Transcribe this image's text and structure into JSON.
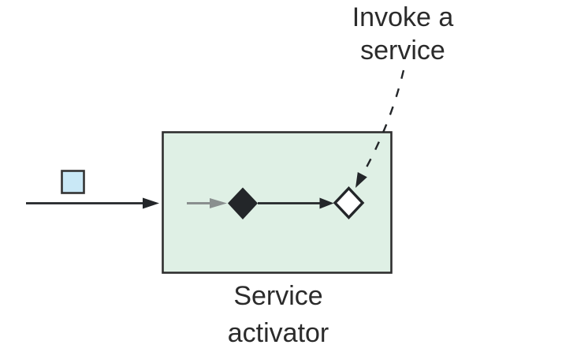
{
  "labels": {
    "invoke_service": {
      "line1": "Invoke a",
      "line2": "service"
    },
    "service_activator": {
      "line1": "Service",
      "line2": "activator"
    }
  },
  "colors": {
    "background": "#ffffff",
    "box_fill": "#dff0e5",
    "box_border": "#2e2e2e",
    "message_fill": "#c9e8f6",
    "message_border": "#333333",
    "ink": "#232629",
    "gray_arrow": "#8a8f8f",
    "text": "#2b2b2b"
  },
  "icons": [
    {
      "name": "message-icon",
      "shape": "light-blue-square"
    },
    {
      "name": "service-activator-box",
      "shape": "light-green-rectangle"
    },
    {
      "name": "request-diamond-icon",
      "shape": "filled-black-diamond"
    },
    {
      "name": "reply-diamond-icon",
      "shape": "outlined-white-diamond"
    },
    {
      "name": "input-channel-arrow",
      "shape": "solid-black-arrow"
    },
    {
      "name": "internal-gray-arrow",
      "shape": "solid-gray-arrow"
    },
    {
      "name": "internal-black-arrow",
      "shape": "solid-black-arrow"
    },
    {
      "name": "invoke-service-arrow",
      "shape": "dashed-black-arrow"
    }
  ]
}
